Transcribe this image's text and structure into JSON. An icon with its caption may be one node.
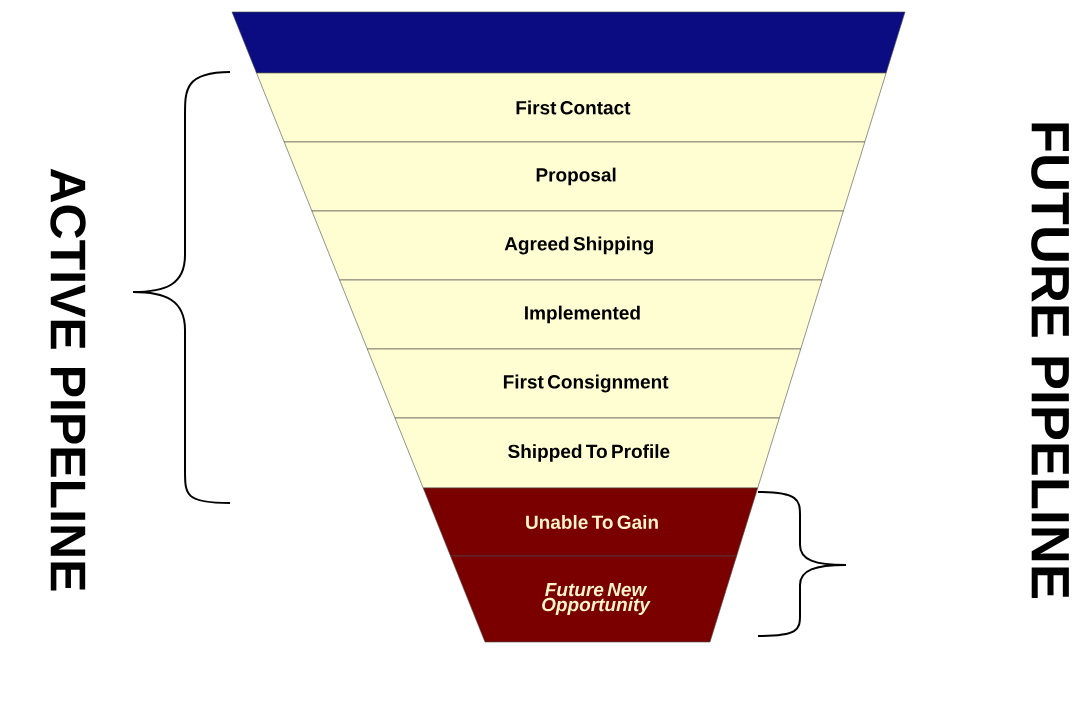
{
  "diagram": {
    "nodes": [
      {
        "text": [],
        "shape": "bar"
      },
      {
        "text": [
          "First Contact"
        ]
      },
      {
        "text": [
          "Proposal"
        ]
      },
      {
        "text": [
          "Agreed Shipping"
        ]
      },
      {
        "text": [
          "Implemented"
        ]
      },
      {
        "text": [
          "First Consignment"
        ]
      },
      {
        "text": [
          "Shipped To Profile"
        ]
      },
      {
        "text": [
          "Unable To Gain"
        ]
      },
      {
        "text": [
          "Future New Opportunity"
        ]
      }
    ],
    "labels": [
      "ACTIVE PIPELINE",
      "FUTURE PIPELINE"
    ]
  }
}
